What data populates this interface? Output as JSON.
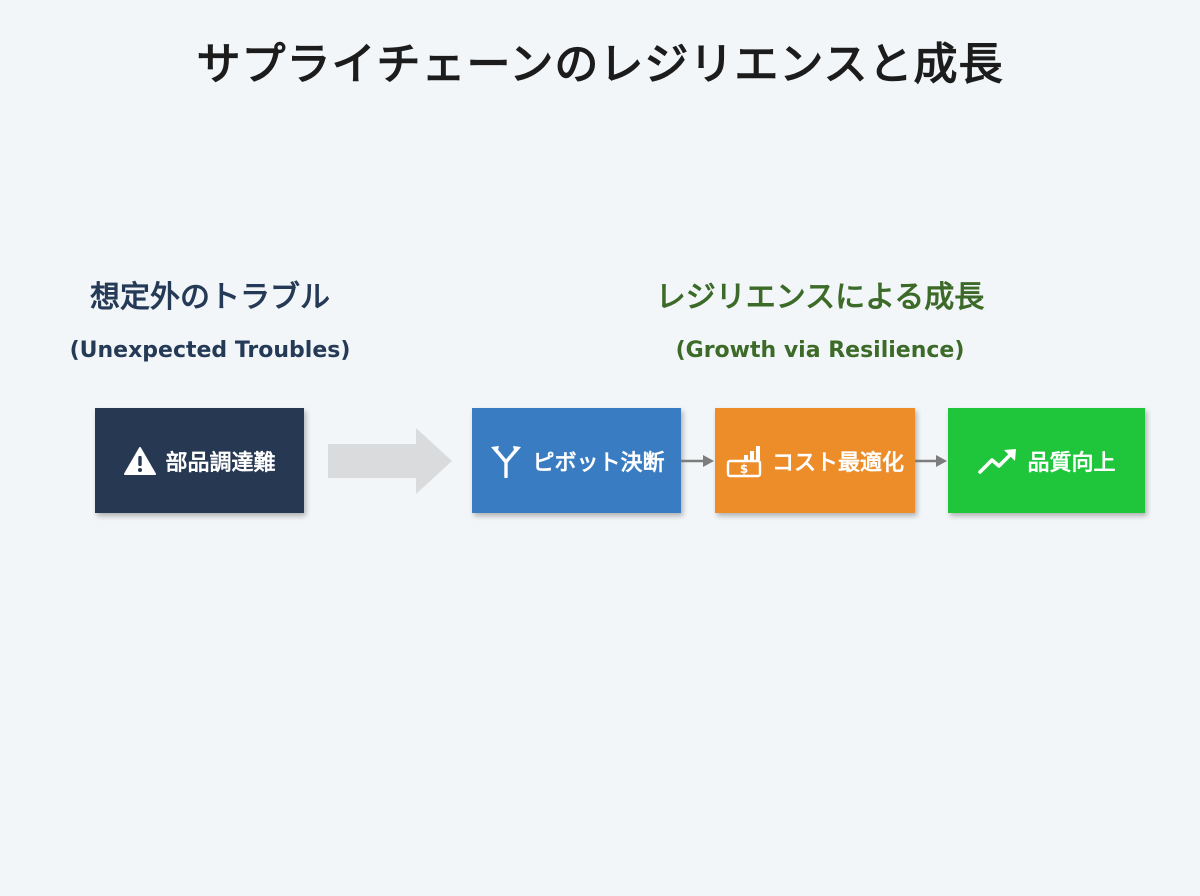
{
  "title": "サプライチェーンのレジリエンスと成長",
  "left_section": {
    "heading": "想定外のトラブル",
    "subheading": "(Unexpected Troubles)",
    "color": "#243a56",
    "box": {
      "label": "部品調達難",
      "icon": "warning-icon",
      "color": "#263852"
    }
  },
  "right_section": {
    "heading": "レジリエンスによる成長",
    "subheading": "(Growth via Resilience)",
    "color": "#3c6a28",
    "steps": [
      {
        "label": "ピボット決断",
        "icon": "fork-arrows-icon",
        "color": "#3a7cc2"
      },
      {
        "label": "コスト最適化",
        "icon": "money-chart-icon",
        "color": "#ec8d2a"
      },
      {
        "label": "品質向上",
        "icon": "trend-up-icon",
        "color": "#1fc53b"
      }
    ]
  }
}
